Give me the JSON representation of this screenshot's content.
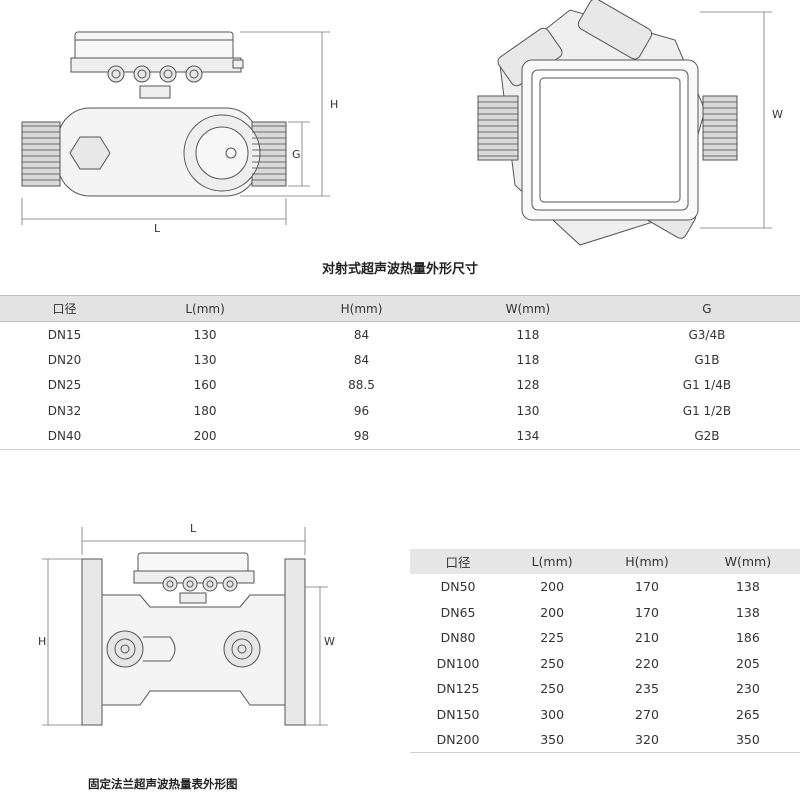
{
  "figure1": {
    "dim_h": "H",
    "dim_g": "G",
    "dim_l": "L",
    "dim_w": "W"
  },
  "title_top": "对射式超声波热量外形尺寸",
  "table_top": {
    "headers": [
      "口径",
      "L(mm)",
      "H(mm)",
      "W(mm)",
      "G"
    ],
    "rows": [
      [
        "DN15",
        "130",
        "84",
        "118",
        "G3/4B"
      ],
      [
        "DN20",
        "130",
        "84",
        "118",
        "G1B"
      ],
      [
        "DN25",
        "160",
        "88.5",
        "128",
        "G1  1/4B"
      ],
      [
        "DN32",
        "180",
        "96",
        "130",
        "G1  1/2B"
      ],
      [
        "DN40",
        "200",
        "98",
        "134",
        "G2B"
      ]
    ]
  },
  "figure2": {
    "dim_l": "L",
    "dim_h": "H",
    "dim_w": "W"
  },
  "table_bottom": {
    "headers": [
      "口径",
      "L(mm)",
      "H(mm)",
      "W(mm)"
    ],
    "rows": [
      [
        "DN50",
        "200",
        "170",
        "138"
      ],
      [
        "DN65",
        "200",
        "170",
        "138"
      ],
      [
        "DN80",
        "225",
        "210",
        "186"
      ],
      [
        "DN100",
        "250",
        "220",
        "205"
      ],
      [
        "DN125",
        "250",
        "235",
        "230"
      ],
      [
        "DN150",
        "300",
        "270",
        "265"
      ],
      [
        "DN200",
        "350",
        "320",
        "350"
      ]
    ]
  },
  "title_bottom": "固定法兰超声波热量表外形图"
}
